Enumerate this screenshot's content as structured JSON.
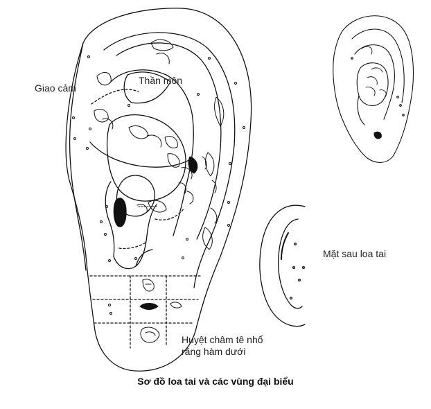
{
  "labels": {
    "giao_cam": "Giao cảm",
    "than_mon": "Thần môn",
    "mat_sau": "Mặt sau loa tai",
    "huyet_line1": "Huyệt châm tê nhổ",
    "huyet_line2": "răng hàm dưới"
  },
  "caption": "Sơ đồ loa tai và các vùng đại biểu",
  "colors": {
    "line": "#111111",
    "text": "#222222"
  }
}
